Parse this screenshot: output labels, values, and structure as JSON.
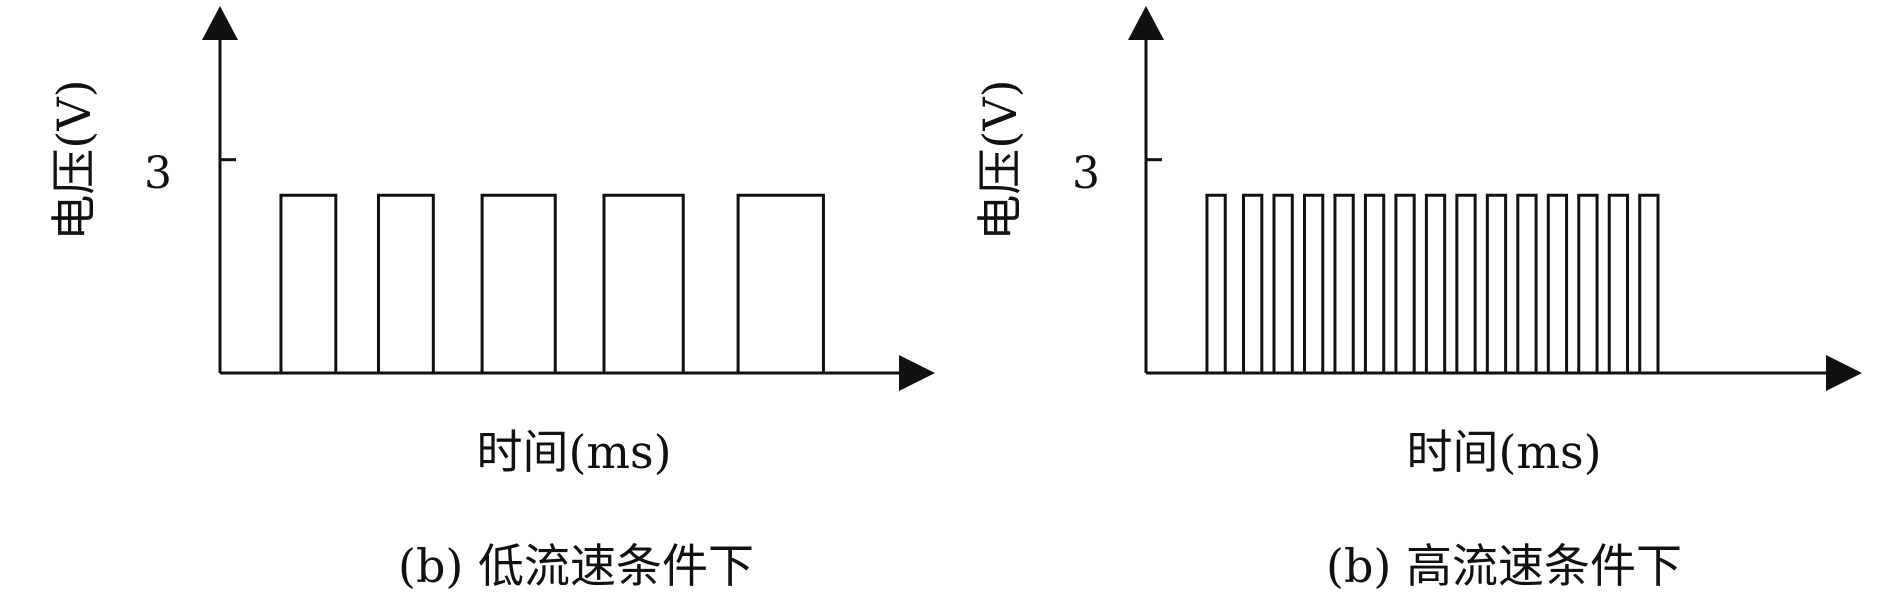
{
  "chart_data": [
    {
      "type": "line",
      "subtitle": "(b) 低流速条件下",
      "xlabel": "时间(ms)",
      "ylabel": "电压(V)",
      "yticks": [
        3
      ],
      "ylim": [
        0,
        4.5
      ],
      "grid": false,
      "series": [
        {
          "values": [
            2.5,
            2.5,
            2.5,
            2.5,
            2.5
          ],
          "pulses": [
            {
              "start": 1.0,
              "end": 1.9
            },
            {
              "start": 2.6,
              "end": 3.5
            },
            {
              "start": 4.3,
              "end": 5.5
            },
            {
              "start": 6.3,
              "end": 7.6
            },
            {
              "start": 8.5,
              "end": 9.9
            }
          ]
        }
      ],
      "xlim": [
        0,
        10.5
      ]
    },
    {
      "type": "line",
      "subtitle": "(b) 高流速条件下",
      "xlabel": "时间(ms)",
      "ylabel": "电压(V)",
      "yticks": [
        3
      ],
      "ylim": [
        0,
        4.5
      ],
      "grid": false,
      "series": [
        {
          "values": [
            2.5,
            2.5,
            2.5,
            2.5,
            2.5,
            2.5,
            2.5,
            2.5,
            2.5,
            2.5,
            2.5,
            2.5,
            2.5,
            2.5,
            2.5,
            2.5
          ],
          "pulses": [
            {
              "start": 1.0,
              "end": 1.3
            },
            {
              "start": 1.6,
              "end": 1.9
            },
            {
              "start": 2.1,
              "end": 2.4
            },
            {
              "start": 2.6,
              "end": 2.9
            },
            {
              "start": 3.1,
              "end": 3.4
            },
            {
              "start": 3.6,
              "end": 3.9
            },
            {
              "start": 4.1,
              "end": 4.4
            },
            {
              "start": 4.6,
              "end": 4.9
            },
            {
              "start": 5.1,
              "end": 5.4
            },
            {
              "start": 5.6,
              "end": 5.9
            },
            {
              "start": 6.1,
              "end": 6.4
            },
            {
              "start": 6.6,
              "end": 6.9
            },
            {
              "start": 7.1,
              "end": 7.4
            },
            {
              "start": 7.6,
              "end": 7.9
            },
            {
              "start": 8.1,
              "end": 8.4
            }
          ]
        }
      ],
      "xlim": [
        0,
        10.5
      ]
    }
  ]
}
